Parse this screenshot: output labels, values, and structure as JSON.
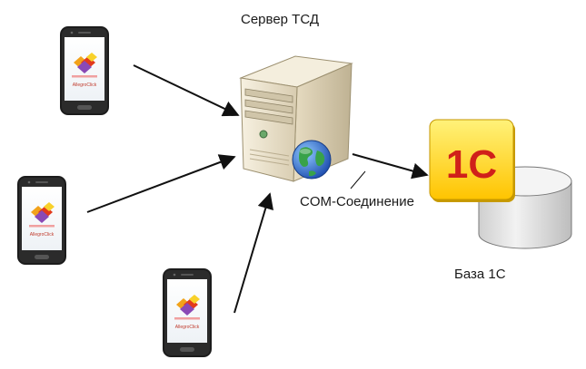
{
  "labels": {
    "server": "Сервер ТСД",
    "connection": "COM-Соединение",
    "database": "База 1С"
  },
  "db_logo": {
    "text": "1С"
  },
  "phone_logo": {
    "text": "AllegroClick"
  },
  "colors": {
    "arrow": "#111111",
    "phone_body": "#1c1c1c",
    "server_body": "#efe7d2",
    "globe": "#2c6fd1",
    "logo_yellow": "#ffd21a",
    "logo_red": "#d0201a",
    "cylinder": "#e9e9e9"
  }
}
